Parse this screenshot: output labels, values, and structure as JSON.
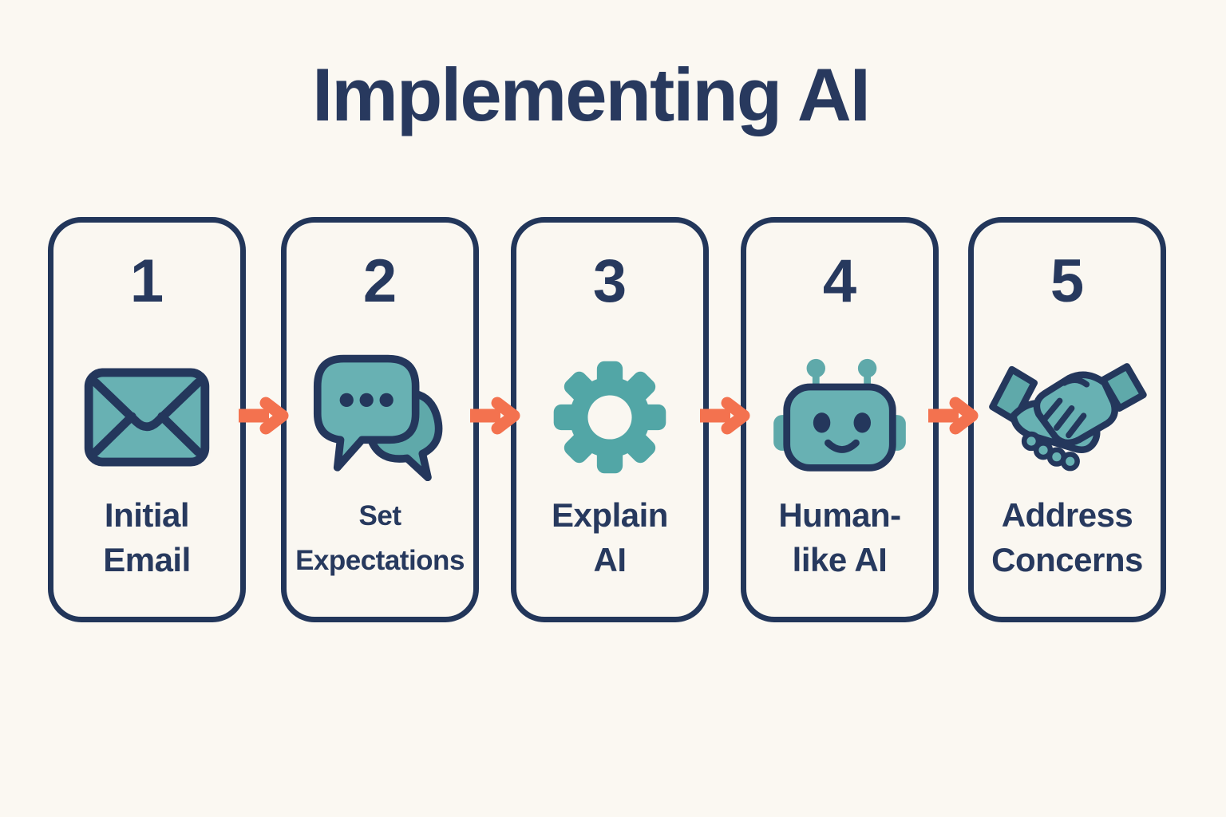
{
  "title": "Implementing AI",
  "colors": {
    "background": "#fbf8f2",
    "navy": "#27395e",
    "teal": "#5fa9aa",
    "arrow_orange": "#f3724f"
  },
  "steps": [
    {
      "number": "1",
      "icon": "envelope-icon",
      "label_line1": "Initial",
      "label_line2": "Email"
    },
    {
      "number": "2",
      "icon": "chat-bubbles-icon",
      "label_line1": "Set",
      "label_line2": "Expectations"
    },
    {
      "number": "3",
      "icon": "gear-icon",
      "label_line1": "Explain",
      "label_line2": "AI"
    },
    {
      "number": "4",
      "icon": "robot-icon",
      "label_line1": "Human-",
      "label_line2": "like AI"
    },
    {
      "number": "5",
      "icon": "handshake-icon",
      "label_line1": "Address",
      "label_line2": "Concerns"
    }
  ],
  "connectors": [
    {
      "icon": "arrow-right-icon"
    },
    {
      "icon": "arrow-right-icon"
    },
    {
      "icon": "arrow-right-icon"
    },
    {
      "icon": "arrow-right-icon"
    }
  ]
}
